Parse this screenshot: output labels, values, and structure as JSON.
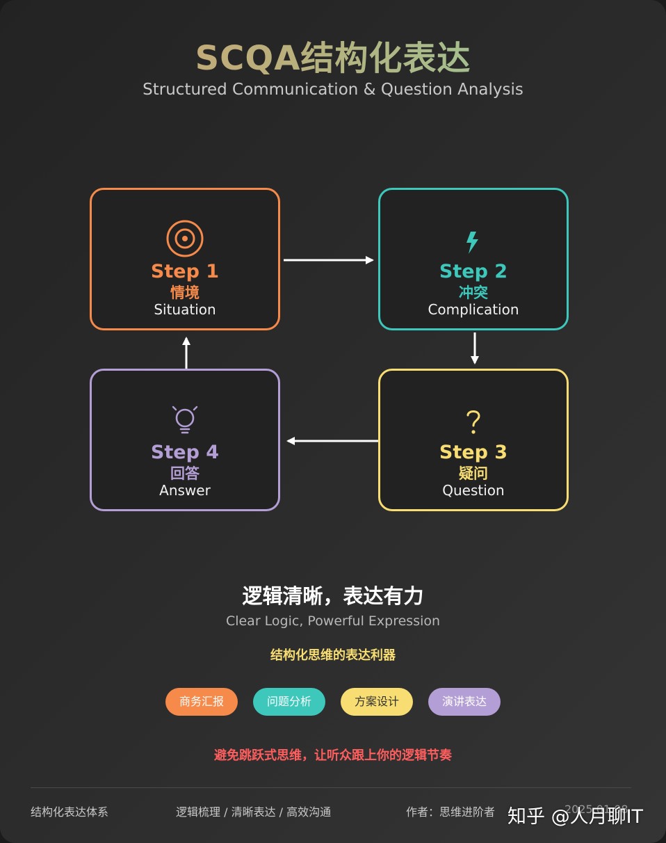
{
  "header": {
    "title": "SCQA结构化表达",
    "subtitle": "Structured Communication & Question Analysis"
  },
  "steps": [
    {
      "step": "Step 1",
      "cn": "情境",
      "en": "Situation",
      "icon": "target-icon",
      "color": "#f58a4b"
    },
    {
      "step": "Step 2",
      "cn": "冲突",
      "en": "Complication",
      "icon": "lightning-icon",
      "color": "#3ec7bb"
    },
    {
      "step": "Step 3",
      "cn": "疑问",
      "en": "Question",
      "icon": "question-icon",
      "color": "#f7dd72"
    },
    {
      "step": "Step 4",
      "cn": "回答",
      "en": "Answer",
      "icon": "lightbulb-icon",
      "color": "#b49ed6"
    }
  ],
  "slogan": {
    "cn": "逻辑清晰，表达有力",
    "en": "Clear Logic, Powerful Expression",
    "tool": "结构化思维的表达利器"
  },
  "tags": [
    "商务汇报",
    "问题分析",
    "方案设计",
    "演讲表达"
  ],
  "warning": "避免跳跃式思维，让听众跟上你的逻辑节奏",
  "footer": {
    "left": "结构化表达体系",
    "middle": "逻辑梳理 / 清晰表达 / 高效沟通",
    "author": "作者：思维进阶者",
    "date": "2025.01.08"
  },
  "watermark": "知乎 @人月聊IT"
}
